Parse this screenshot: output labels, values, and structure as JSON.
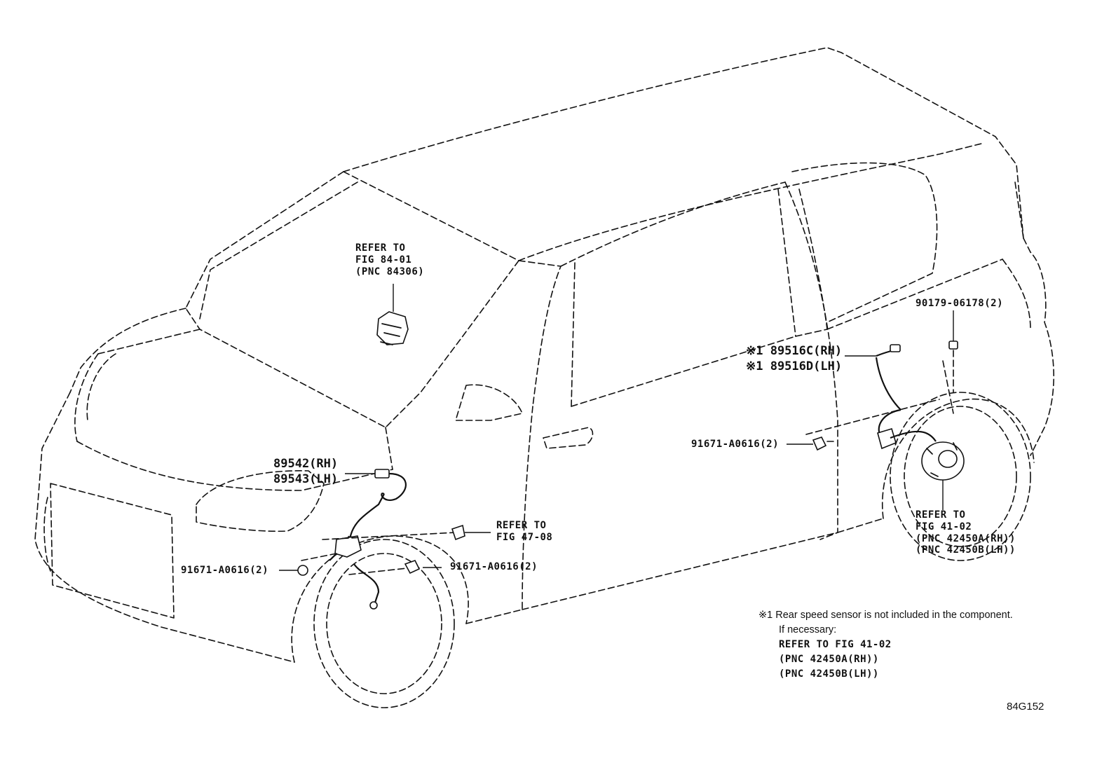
{
  "labels": {
    "refer_84": [
      "REFER TO",
      "FIG 84-01",
      "(PNC 84306)"
    ],
    "front_sensor": [
      "89542(RH)",
      "89543(LH)"
    ],
    "refer_47": [
      "REFER TO",
      "FIG 47-08"
    ],
    "bolt_left": "91671-A0616(2)",
    "bolt_front_center": "91671-A0616(2)",
    "bolt_door": "91671-A0616(2)",
    "rear_sensor": [
      "※1 89516C(RH)",
      "※1 89516D(LH)"
    ],
    "rear_clip": "90179-06178(2)",
    "refer_41": [
      "REFER TO",
      "FIG 41-02",
      "(PNC 42450A(RH))",
      "(PNC 42450B(LH))"
    ]
  },
  "note": {
    "mark": "※1",
    "line1": "Rear speed sensor is not included in the component.",
    "line2": "If necessary:",
    "line3": "REFER TO FIG 41-02",
    "line4": "(PNC 42450A(RH))",
    "line5": "(PNC 42450B(LH))"
  },
  "figure_id": "84G152"
}
